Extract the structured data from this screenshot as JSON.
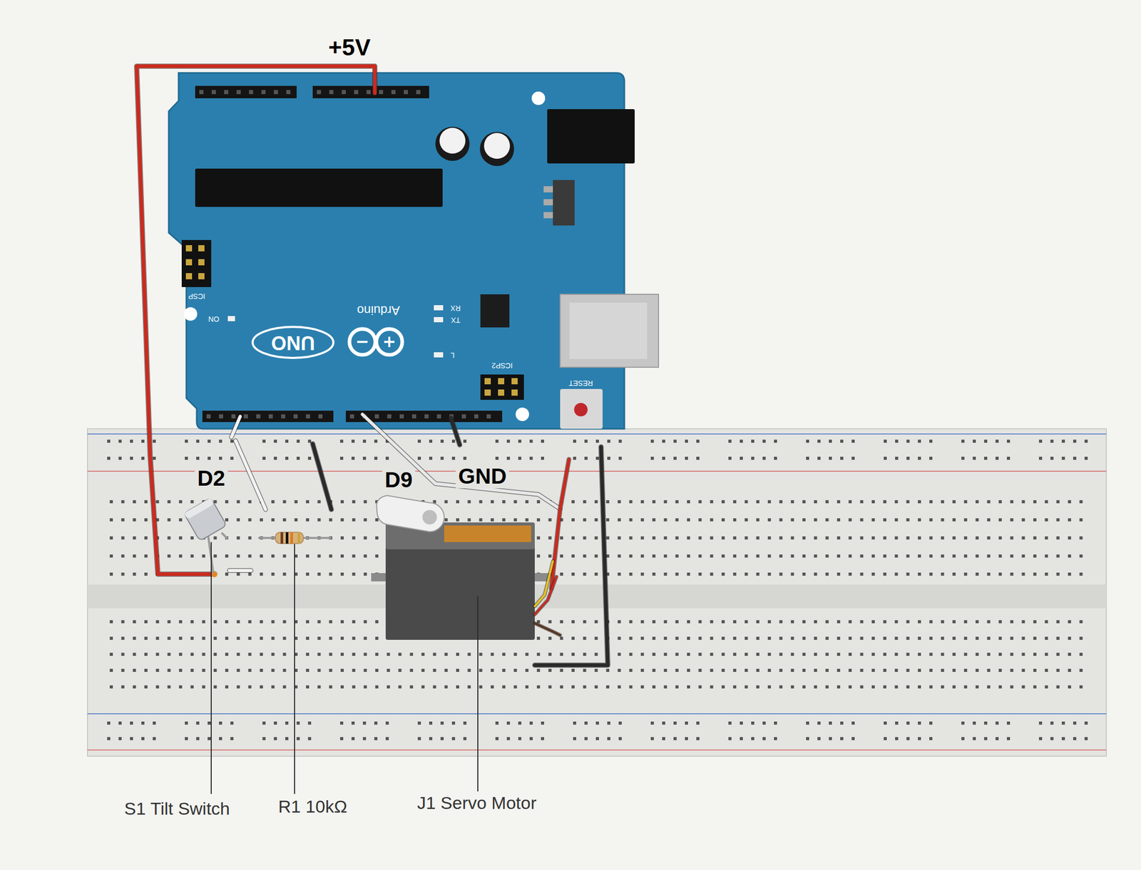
{
  "diagram": {
    "labels": [
      "+5V",
      "D2",
      "D9",
      "GND",
      "Arduino",
      "UNO",
      "ON",
      "RX",
      "TX",
      "L",
      "ICSP",
      "ICSP2",
      "RESET",
      "S1 Tilt Switch",
      "R1 10kΩ",
      "J1 Servo Motor"
    ]
  }
}
